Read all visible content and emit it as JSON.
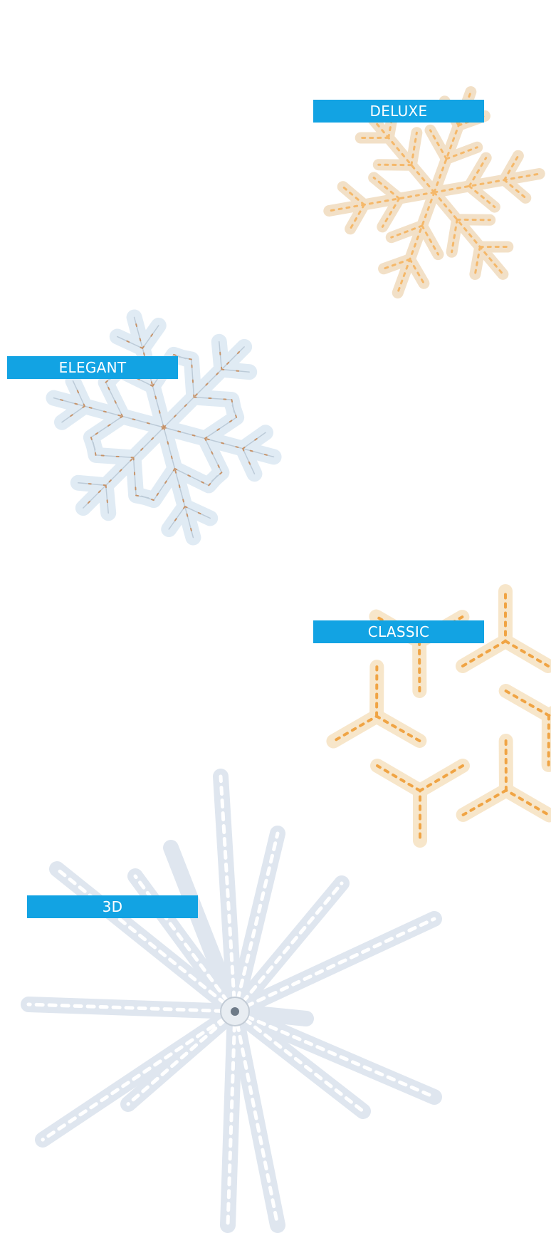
{
  "labels": {
    "deluxe": "DELUXE",
    "elegant": "ELEGANT",
    "classic": "CLASSIC",
    "three_d": "3D"
  },
  "colors": {
    "label_bg": "#12a3e3",
    "label_text": "#ffffff",
    "warm_light": "#f2c27a",
    "cool_light": "#dde9f5"
  }
}
